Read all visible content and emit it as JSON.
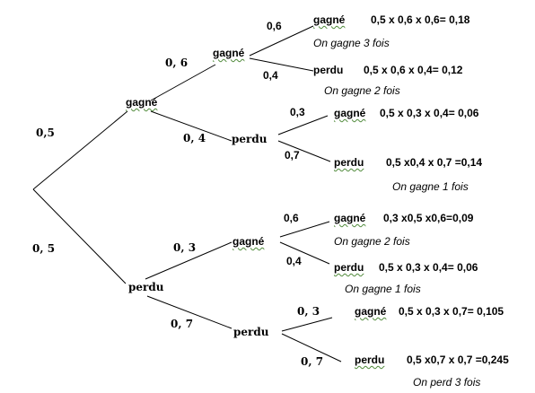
{
  "tree": {
    "level1": {
      "win": {
        "label": "gagné",
        "prob": "0,5"
      },
      "lose": {
        "label": "perdu",
        "prob": "0, 5"
      }
    },
    "level2": {
      "ww": {
        "label": "gagné",
        "prob": "0, 6"
      },
      "wl": {
        "label": "perdu",
        "prob": "0, 4"
      },
      "lw": {
        "label": "gagné",
        "prob": "0, 3"
      },
      "ll": {
        "label": "perdu",
        "prob": "0, 7"
      }
    },
    "level3": {
      "www": {
        "label": "gagné",
        "prob": "0,6",
        "calc": "0,5 x 0,6 x 0,6= 0,18",
        "note": "On gagne 3 fois"
      },
      "wwl": {
        "label": "perdu",
        "prob": "0,4",
        "calc": "0,5 x 0,6 x 0,4= 0,12",
        "note": "On gagne 2 fois"
      },
      "wlw": {
        "label": "gagné",
        "prob": "0,3",
        "calc": "0,5 x 0,3 x 0,4= 0,06",
        "note": ""
      },
      "wll": {
        "label": "perdu",
        "prob": "0,7",
        "calc": "0,5 x0,4  x 0,7 =0,14",
        "note": "On gagne 1 fois"
      },
      "lww": {
        "label": "gagné",
        "prob": "0,6",
        "calc": "0,3 x0,5 x0,6=0,09",
        "note": "On gagne 2 fois"
      },
      "lwl": {
        "label": "perdu",
        "prob": "0,4",
        "calc": "0,5 x 0,3 x 0,4= 0,06",
        "note": "On gagne 1 fois"
      },
      "llw": {
        "label": "gagné",
        "prob": "0, 3",
        "calc": "0,5 x 0,3 x 0,7= 0,105",
        "note": ""
      },
      "lll": {
        "label": "perdu",
        "prob": "0, 7",
        "calc": "0,5 x0,7  x 0,7 =0,245",
        "note": "On perd 3 fois"
      }
    }
  },
  "colors": {
    "line": "#000000",
    "text": "#000000",
    "spellcheck": "#4f8a3a"
  }
}
